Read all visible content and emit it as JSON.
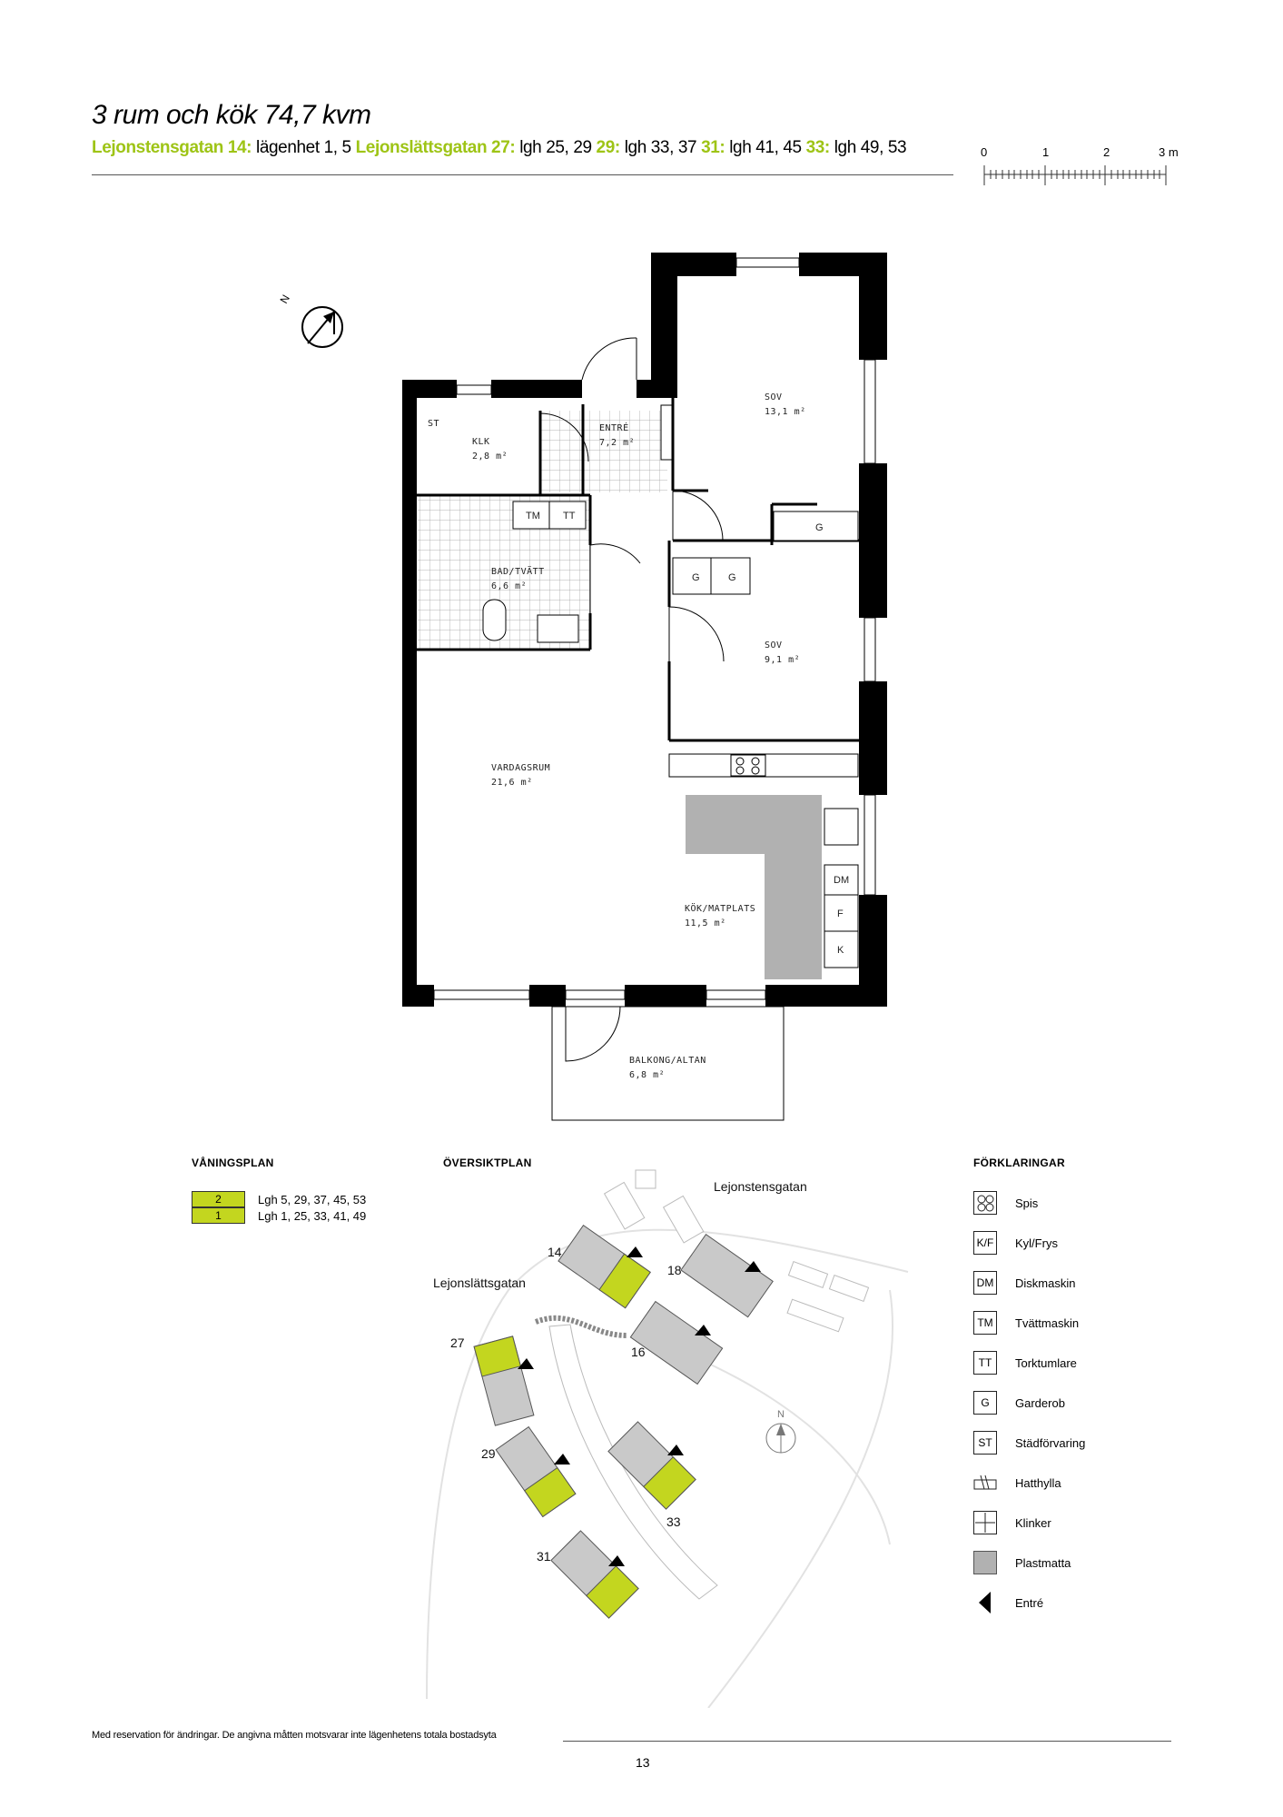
{
  "header": {
    "title": "3 rum och kök 74,7 kvm",
    "addresses": [
      {
        "street": "Lejonstensgatan 14:",
        "units": "lägenhet 1, 5"
      },
      {
        "street": "Lejonslättsgatan 27:",
        "units": "lgh 25, 29"
      },
      {
        "street": "29:",
        "units": "lgh 33, 37"
      },
      {
        "street": "31:",
        "units": "lgh 41, 45"
      },
      {
        "street": "33:",
        "units": "lgh 49, 53"
      }
    ]
  },
  "scale": {
    "ticks": [
      "0",
      "1",
      "2",
      "3 m"
    ]
  },
  "plan": {
    "north": "N",
    "rooms": [
      {
        "name": "SOV",
        "area": "13,1 m²"
      },
      {
        "name": "ST",
        "area": ""
      },
      {
        "name": "KLK",
        "area": "2,8 m²"
      },
      {
        "name": "ENTRÉ",
        "area": "7,2 m²"
      },
      {
        "name": "BAD/TVÄTT",
        "area": "6,6 m²"
      },
      {
        "name": "SOV",
        "area": "9,1 m²"
      },
      {
        "name": "VARDAGSRUM",
        "area": "21,6 m²"
      },
      {
        "name": "KÖK/MATPLATS",
        "area": "11,5 m²"
      },
      {
        "name": "BALKONG/ALTAN",
        "area": "6,8 m²"
      }
    ],
    "fixtures": [
      "TM",
      "TT",
      "G",
      "G",
      "G",
      "DM",
      "F",
      "K"
    ]
  },
  "floor_plan": {
    "heading": "VÅNINGSPLAN",
    "rows": [
      {
        "floor": "2",
        "units": "Lgh 5, 29, 37, 45, 53"
      },
      {
        "floor": "1",
        "units": "Lgh 1, 25, 33, 41, 49"
      }
    ]
  },
  "overview": {
    "heading": "ÖVERSIKTPLAN",
    "streets": [
      "Lejonstensgatan",
      "Lejonslättsgatan"
    ],
    "buildings": [
      "14",
      "18",
      "16",
      "27",
      "29",
      "33",
      "31"
    ],
    "north": "N"
  },
  "legend": {
    "heading": "FÖRKLARINGAR",
    "items": [
      {
        "icon": "spis-icon",
        "code": "",
        "label": "Spis"
      },
      {
        "icon": "kyl-frys-icon",
        "code": "K/F",
        "label": "Kyl/Frys"
      },
      {
        "icon": "diskmaskin-icon",
        "code": "DM",
        "label": "Diskmaskin"
      },
      {
        "icon": "tvattmaskin-icon",
        "code": "TM",
        "label": "Tvättmaskin"
      },
      {
        "icon": "torktumlare-icon",
        "code": "TT",
        "label": "Torktumlare"
      },
      {
        "icon": "garderob-icon",
        "code": "G",
        "label": "Garderob"
      },
      {
        "icon": "stadforvaring-icon",
        "code": "ST",
        "label": "Städförvaring"
      },
      {
        "icon": "hatthylla-icon",
        "code": "",
        "label": "Hatthylla"
      },
      {
        "icon": "klinker-icon",
        "code": "",
        "label": "Klinker"
      },
      {
        "icon": "plastmatta-icon",
        "code": "",
        "label": "Plastmatta"
      },
      {
        "icon": "entre-icon",
        "code": "",
        "label": "Entré"
      }
    ]
  },
  "colors": {
    "accent": "#9ec416",
    "floor_badge": "#c3d61f",
    "plastmatta": "#b1b1b1",
    "wall": "#000000"
  },
  "footer": {
    "note": "Med reservation för ändringar. De angivna måtten motsvarar inte lägenhetens totala bostadsyta",
    "page": "13"
  }
}
